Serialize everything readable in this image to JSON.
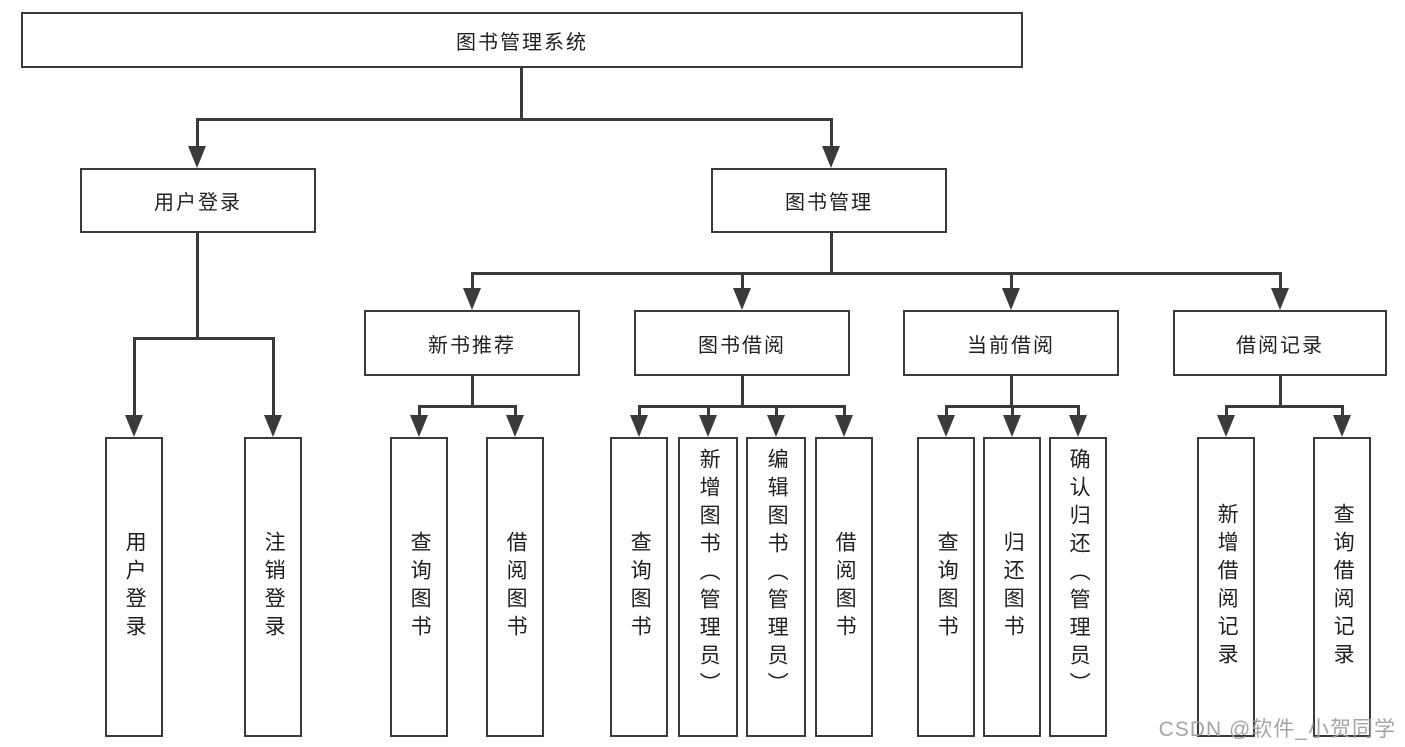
{
  "colors": {
    "line": "#3a3a3a",
    "text": "#1f1f1f",
    "watermark": "#9e9e9e",
    "box_bg": "#ffffff"
  },
  "watermark": "CSDN @软件_小贺同学",
  "diagram": {
    "root": {
      "label": "图书管理系统"
    },
    "branches": {
      "user_login": {
        "label": "用户登录",
        "children": [
          {
            "label": "用户登录"
          },
          {
            "label": "注销登录"
          }
        ]
      },
      "book_mgmt": {
        "label": "图书管理",
        "children": [
          {
            "label": "新书推荐",
            "children": [
              {
                "label": "查询图书"
              },
              {
                "label": "借阅图书"
              }
            ]
          },
          {
            "label": "图书借阅",
            "children": [
              {
                "label": "查询图书"
              },
              {
                "label": "新增图书（管理员）"
              },
              {
                "label": "编辑图书（管理员）"
              },
              {
                "label": "借阅图书"
              }
            ]
          },
          {
            "label": "当前借阅",
            "children": [
              {
                "label": "查询图书"
              },
              {
                "label": "归还图书"
              },
              {
                "label": "确认归还（管理员）"
              }
            ]
          },
          {
            "label": "借阅记录",
            "children": [
              {
                "label": "新增借阅记录"
              },
              {
                "label": "查询借阅记录"
              }
            ]
          }
        ]
      }
    }
  }
}
